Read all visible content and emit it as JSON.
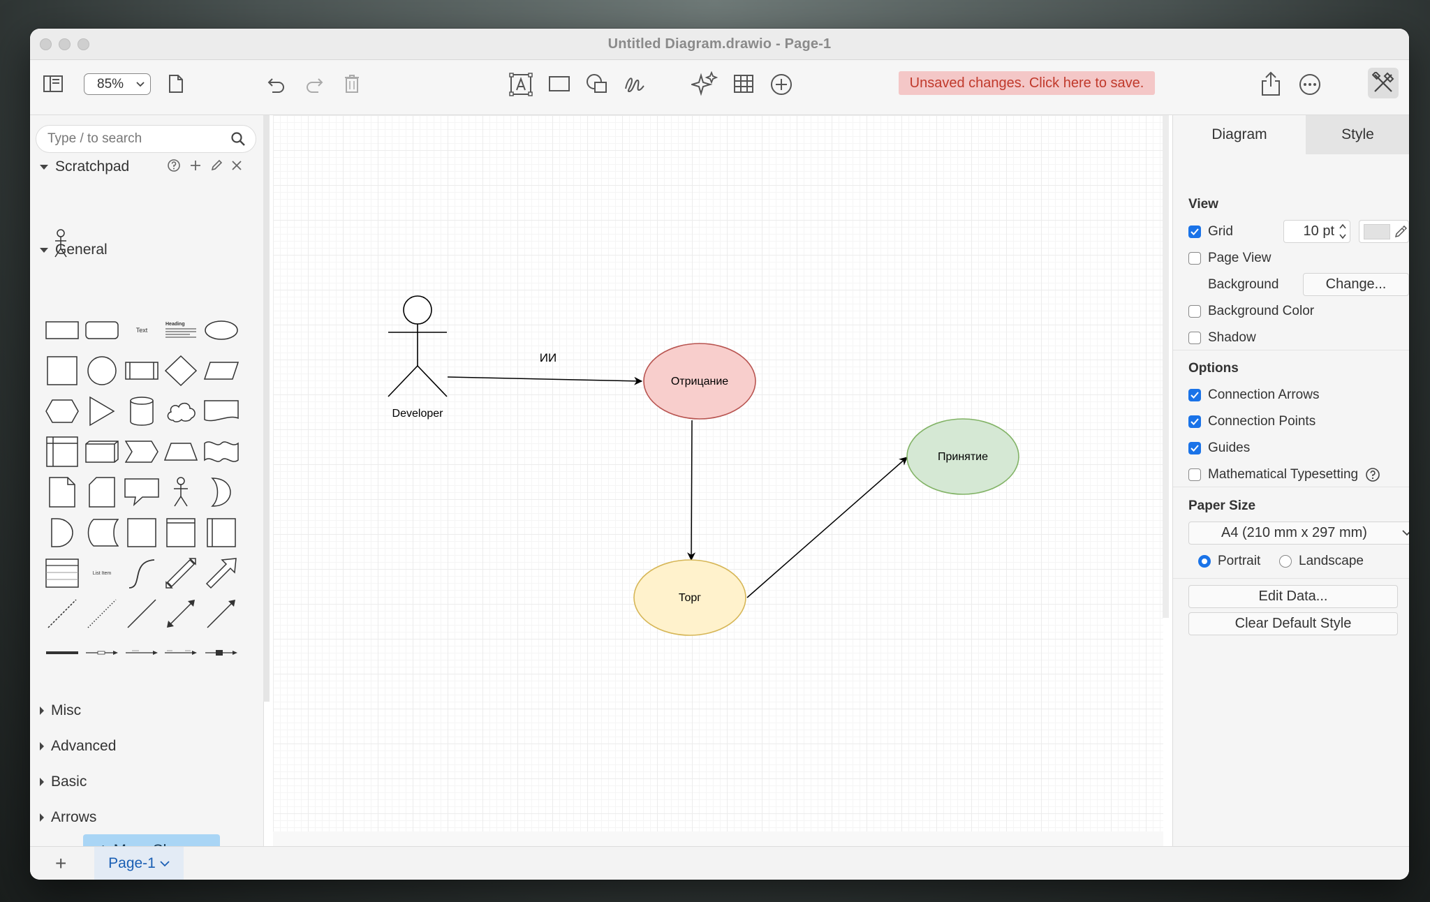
{
  "window": {
    "title": "Untitled Diagram.drawio - Page-1"
  },
  "toolbar": {
    "zoom": "85%",
    "save_banner": "Unsaved changes. Click here to save."
  },
  "sidebar": {
    "search_placeholder": "Type / to search",
    "scratchpad_label": "Scratchpad",
    "general_label": "General",
    "shape_text_label": "Text",
    "shape_heading_label": "Heading",
    "shape_list_item_label": "List Item",
    "collapsed_sections": [
      "Misc",
      "Advanced",
      "Basic",
      "Arrows"
    ],
    "more_shapes": "More Shapes",
    "more_shapes_plus": "+"
  },
  "diagram": {
    "actor_label": "Developer",
    "edge_label": "ИИ",
    "nodes": [
      {
        "id": "n1",
        "label": "Отрицание",
        "fill": "#f8cecc",
        "stroke": "#b85450"
      },
      {
        "id": "n2",
        "label": "Принятие",
        "fill": "#d5e8d4",
        "stroke": "#82b366"
      },
      {
        "id": "n3",
        "label": "Торг",
        "fill": "#fff2cc",
        "stroke": "#d6b656"
      }
    ]
  },
  "panel": {
    "tab_diagram": "Diagram",
    "tab_style": "Style",
    "view_label": "View",
    "grid_label": "Grid",
    "grid_size": "10 pt",
    "page_view_label": "Page View",
    "background_label": "Background",
    "change_button": "Change...",
    "background_color_label": "Background Color",
    "shadow_label": "Shadow",
    "options_label": "Options",
    "connection_arrows_label": "Connection Arrows",
    "connection_points_label": "Connection Points",
    "guides_label": "Guides",
    "math_typesetting_label": "Mathematical Typesetting",
    "paper_size_label": "Paper Size",
    "paper_size_value": "A4 (210 mm x 297 mm)",
    "portrait_label": "Portrait",
    "landscape_label": "Landscape",
    "edit_data_button": "Edit Data...",
    "clear_style_button": "Clear Default Style"
  },
  "footer": {
    "page_tab": "Page-1",
    "add_page": "+"
  },
  "colors": {
    "accent": "#1a73e8",
    "save_banner_bg": "#f4c7c7",
    "save_banner_text": "#c0392b",
    "more_shapes_bg": "#a9d5f5"
  }
}
